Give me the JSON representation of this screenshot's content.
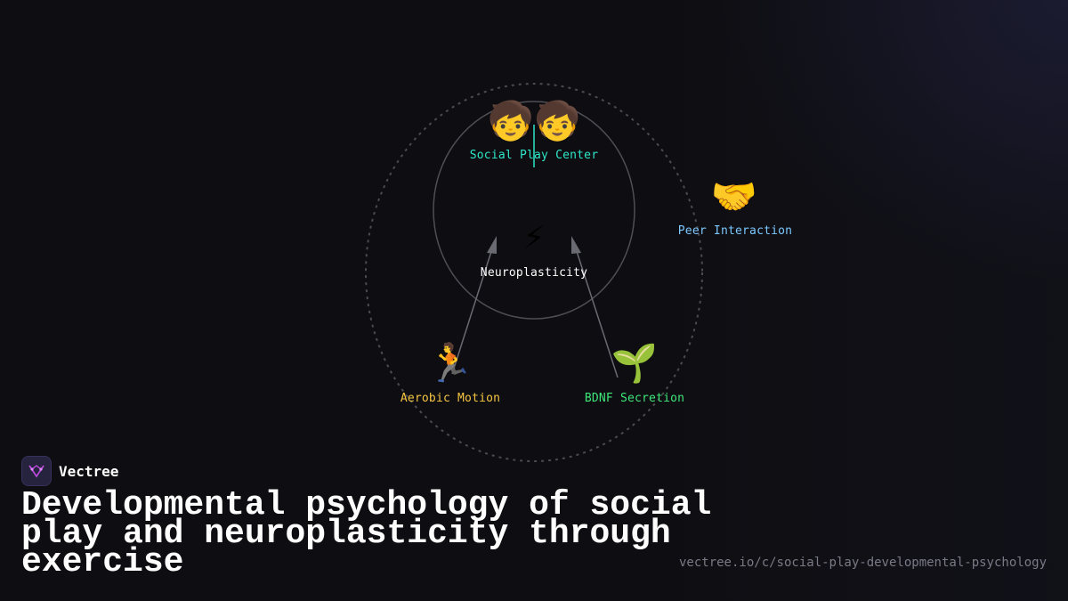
{
  "brand": {
    "name": "Vectree"
  },
  "title": "Developmental psychology of social play and neuroplasticity through exercise",
  "url": "vectree.io/c/social-play-developmental-psychology",
  "colors": {
    "background": "#0e0e12",
    "social_play": "#2ee6c8",
    "peer_interaction": "#7cc8ff",
    "neuroplasticity": "#ffffff",
    "aerobic_motion": "#f5c542",
    "bdnf_secretion": "#3ee67a",
    "logo_accent": "#c04adf"
  },
  "nodes": {
    "social_play": {
      "emoji": "🧒🧒",
      "label": "Social Play Center",
      "icon": "children-icon"
    },
    "peer_interaction": {
      "emoji": "🤝",
      "label": "Peer Interaction",
      "icon": "handshake-icon"
    },
    "neuroplasticity": {
      "emoji": "⚡",
      "label": "Neuroplasticity",
      "icon": "lightning-icon"
    },
    "aerobic_motion": {
      "emoji": "🏃",
      "label": "Aerobic Motion",
      "icon": "runner-icon"
    },
    "bdnf_secretion": {
      "emoji": "🌱",
      "label": "BDNF Secretion",
      "icon": "seedling-icon"
    }
  }
}
